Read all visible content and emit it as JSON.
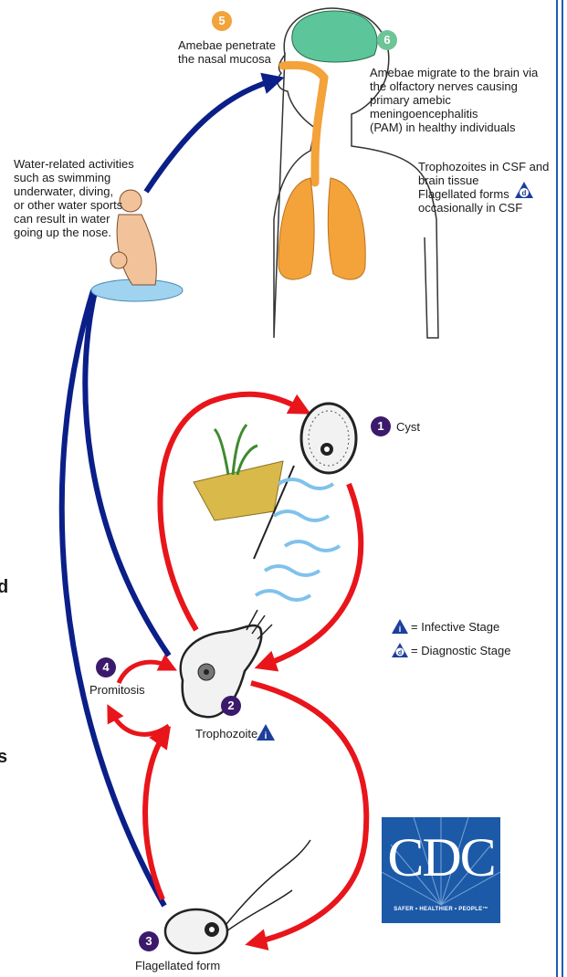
{
  "colors": {
    "red_arrow": "#e8151b",
    "blue_arrow": "#0b1f88",
    "lung": "#f4a23a",
    "brain": "#5cc59a",
    "purple": "#3b1a6b",
    "cdc_blue": "#1c5aa8",
    "water": "#9fd3f0"
  },
  "steps": {
    "s5": {
      "num": "5",
      "text": "Amebae penetrate\nthe nasal mucosa"
    },
    "s6": {
      "num": "6",
      "text": "Amebae migrate to the brain via\nthe olfactory nerves causing\nprimary amebic meningoencephalitis\n(PAM) in healthy individuals"
    },
    "s1": {
      "num": "1",
      "label": "Cyst"
    },
    "s2": {
      "num": "2",
      "label": "Trophozoite"
    },
    "s3": {
      "num": "3",
      "label": "Flagellated form"
    },
    "s4": {
      "num": "4",
      "label": "Promitosis"
    }
  },
  "water_activity": "Water-related activities\nsuch as swimming\nunderwater, diving,\nor other water sports\ncan result in water\ngoing up the nose.",
  "diagnostic_note": "Trophozoites in CSF and\nbrain tissue\nFlagellated forms\noccasionally in CSF",
  "legend": {
    "infective_letter": "i",
    "infective_label": "= Infective Stage",
    "diagnostic_letter": "d",
    "diagnostic_label": "= Diagnostic Stage"
  },
  "cut_text": {
    "left_a": "d",
    "left_b": "s"
  },
  "cdc": {
    "letters": "CDC",
    "tagline": "SAFER • HEALTHIER • PEOPLE™"
  }
}
